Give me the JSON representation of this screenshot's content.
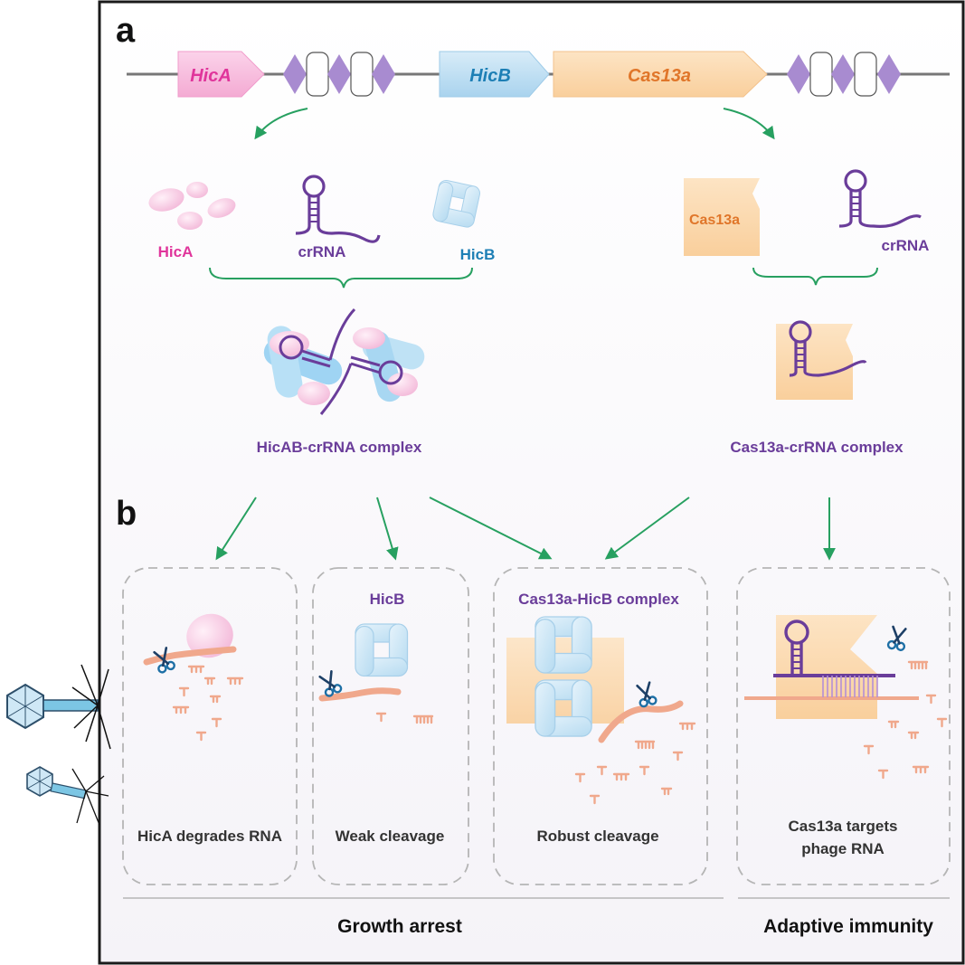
{
  "panels": {
    "a": "a",
    "b": "b"
  },
  "gene_map": {
    "hica": "HicA",
    "hicb": "HicB",
    "cas13a": "Cas13a"
  },
  "components": {
    "hica": "HicA",
    "crrna_left": "crRNA",
    "hicb": "HicB",
    "cas13a": "Cas13a",
    "crrna_right": "crRNA"
  },
  "complexes": {
    "hicab": "HicAB-crRNA complex",
    "cas13a": "Cas13a-crRNA complex"
  },
  "outcomes": {
    "box1_caption": "HicA degrades RNA",
    "box2_title": "HicB",
    "box2_caption": "Weak cleavage",
    "box3_title": "Cas13a-HicB complex",
    "box3_caption": "Robust cleavage",
    "box4_caption_line1": "Cas13a targets",
    "box4_caption_line2": "phage RNA"
  },
  "footer": {
    "growth_arrest": "Growth arrest",
    "adaptive_immunity": "Adaptive immunity"
  },
  "colors": {
    "hica": "#e0359b",
    "hicb": "#1d7fb5",
    "cas13a": "#e0762a",
    "crrna": "#6a3d9a",
    "arrow": "#27a060",
    "rna": "#f0a88c",
    "frame": "#1a1a1a"
  }
}
